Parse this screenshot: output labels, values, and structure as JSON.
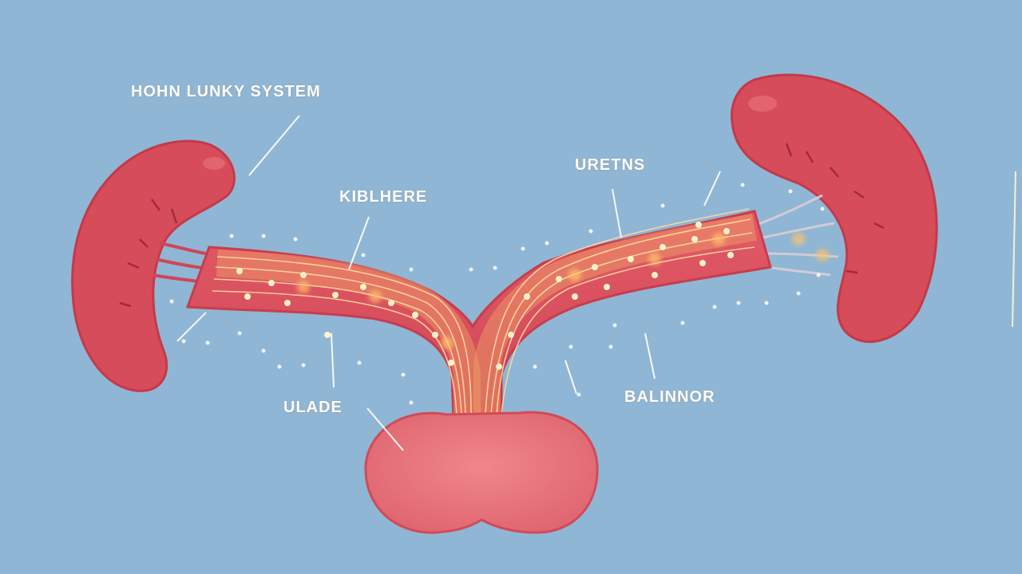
{
  "labels": {
    "title": "HOHN LUNKY SYSTEM",
    "kidney_label": "KIBLHERE",
    "ureter_label": "URETNS",
    "left_label": "ULADE",
    "right_label": "BALINNOR"
  },
  "colors": {
    "background": "#8fb6d4",
    "organ": "#d94f5c",
    "organ_dark": "#c23c4c",
    "bladder": "#e97a82",
    "glow": "#ffb347"
  }
}
